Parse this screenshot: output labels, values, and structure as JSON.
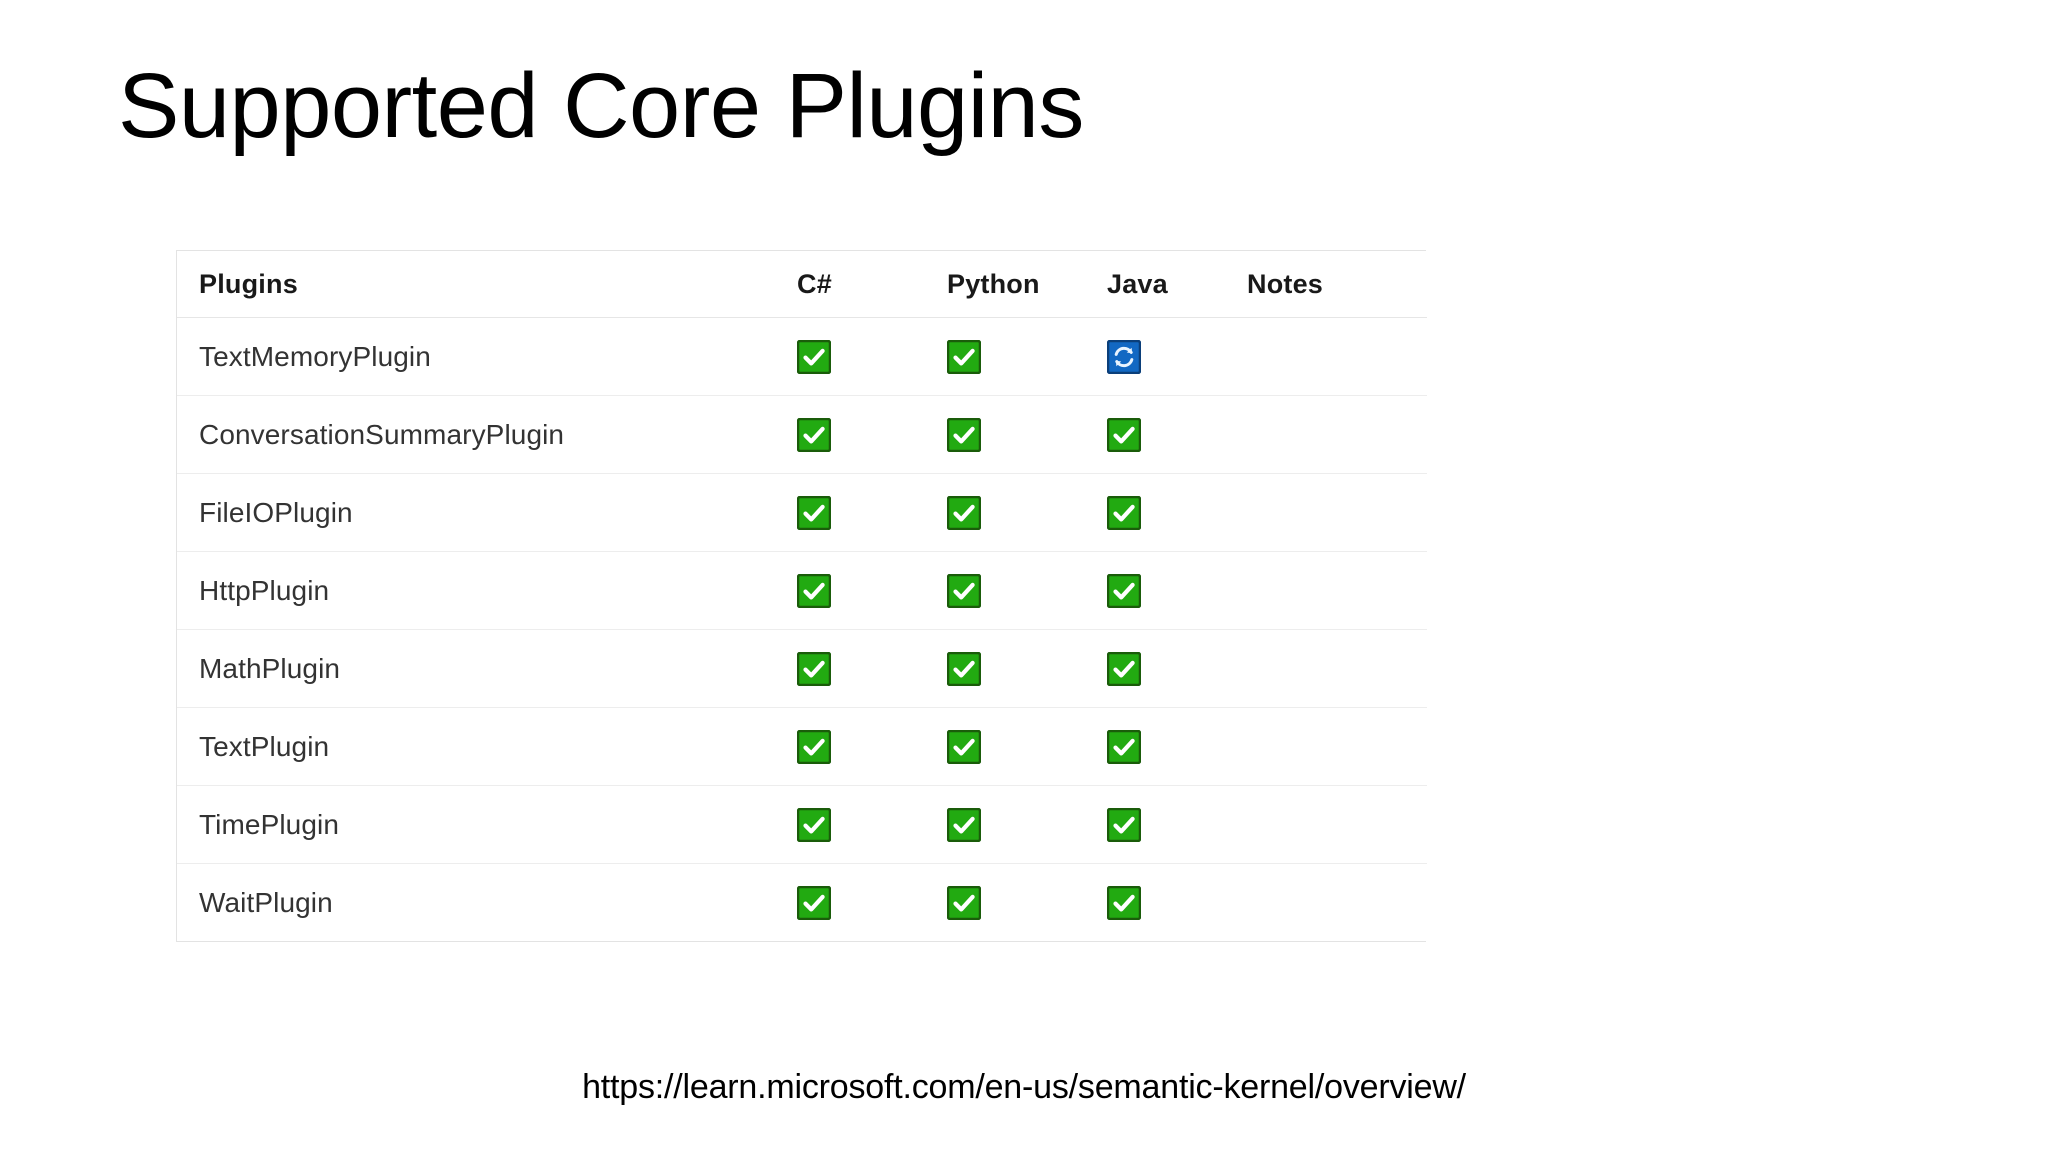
{
  "slide": {
    "title": "Supported Core Plugins",
    "footer_url": "https://learn.microsoft.com/en-us/semantic-kernel/overview/"
  },
  "colors": {
    "supported_green": "#22aa11",
    "supported_green_border": "#1a5c0a",
    "in_progress_blue": "#1268c3",
    "in_progress_blue_border": "#0b3f7a",
    "table_border": "#e3e3e3",
    "row_divider": "#ededed",
    "header_text": "#191919",
    "body_text": "#333333"
  },
  "table": {
    "columns": [
      {
        "key": "plugin",
        "label": "Plugins"
      },
      {
        "key": "csharp",
        "label": "C#"
      },
      {
        "key": "python",
        "label": "Python"
      },
      {
        "key": "java",
        "label": "Java"
      },
      {
        "key": "notes",
        "label": "Notes"
      }
    ],
    "status_legend": {
      "supported": "green-check-icon",
      "in_progress": "blue-sync-icon",
      "empty": ""
    },
    "rows": [
      {
        "plugin": "TextMemoryPlugin",
        "csharp": "supported",
        "python": "supported",
        "java": "in_progress",
        "notes": ""
      },
      {
        "plugin": "ConversationSummaryPlugin",
        "csharp": "supported",
        "python": "supported",
        "java": "supported",
        "notes": ""
      },
      {
        "plugin": "FileIOPlugin",
        "csharp": "supported",
        "python": "supported",
        "java": "supported",
        "notes": ""
      },
      {
        "plugin": "HttpPlugin",
        "csharp": "supported",
        "python": "supported",
        "java": "supported",
        "notes": ""
      },
      {
        "plugin": "MathPlugin",
        "csharp": "supported",
        "python": "supported",
        "java": "supported",
        "notes": ""
      },
      {
        "plugin": "TextPlugin",
        "csharp": "supported",
        "python": "supported",
        "java": "supported",
        "notes": ""
      },
      {
        "plugin": "TimePlugin",
        "csharp": "supported",
        "python": "supported",
        "java": "supported",
        "notes": ""
      },
      {
        "plugin": "WaitPlugin",
        "csharp": "supported",
        "python": "supported",
        "java": "supported",
        "notes": ""
      }
    ]
  }
}
